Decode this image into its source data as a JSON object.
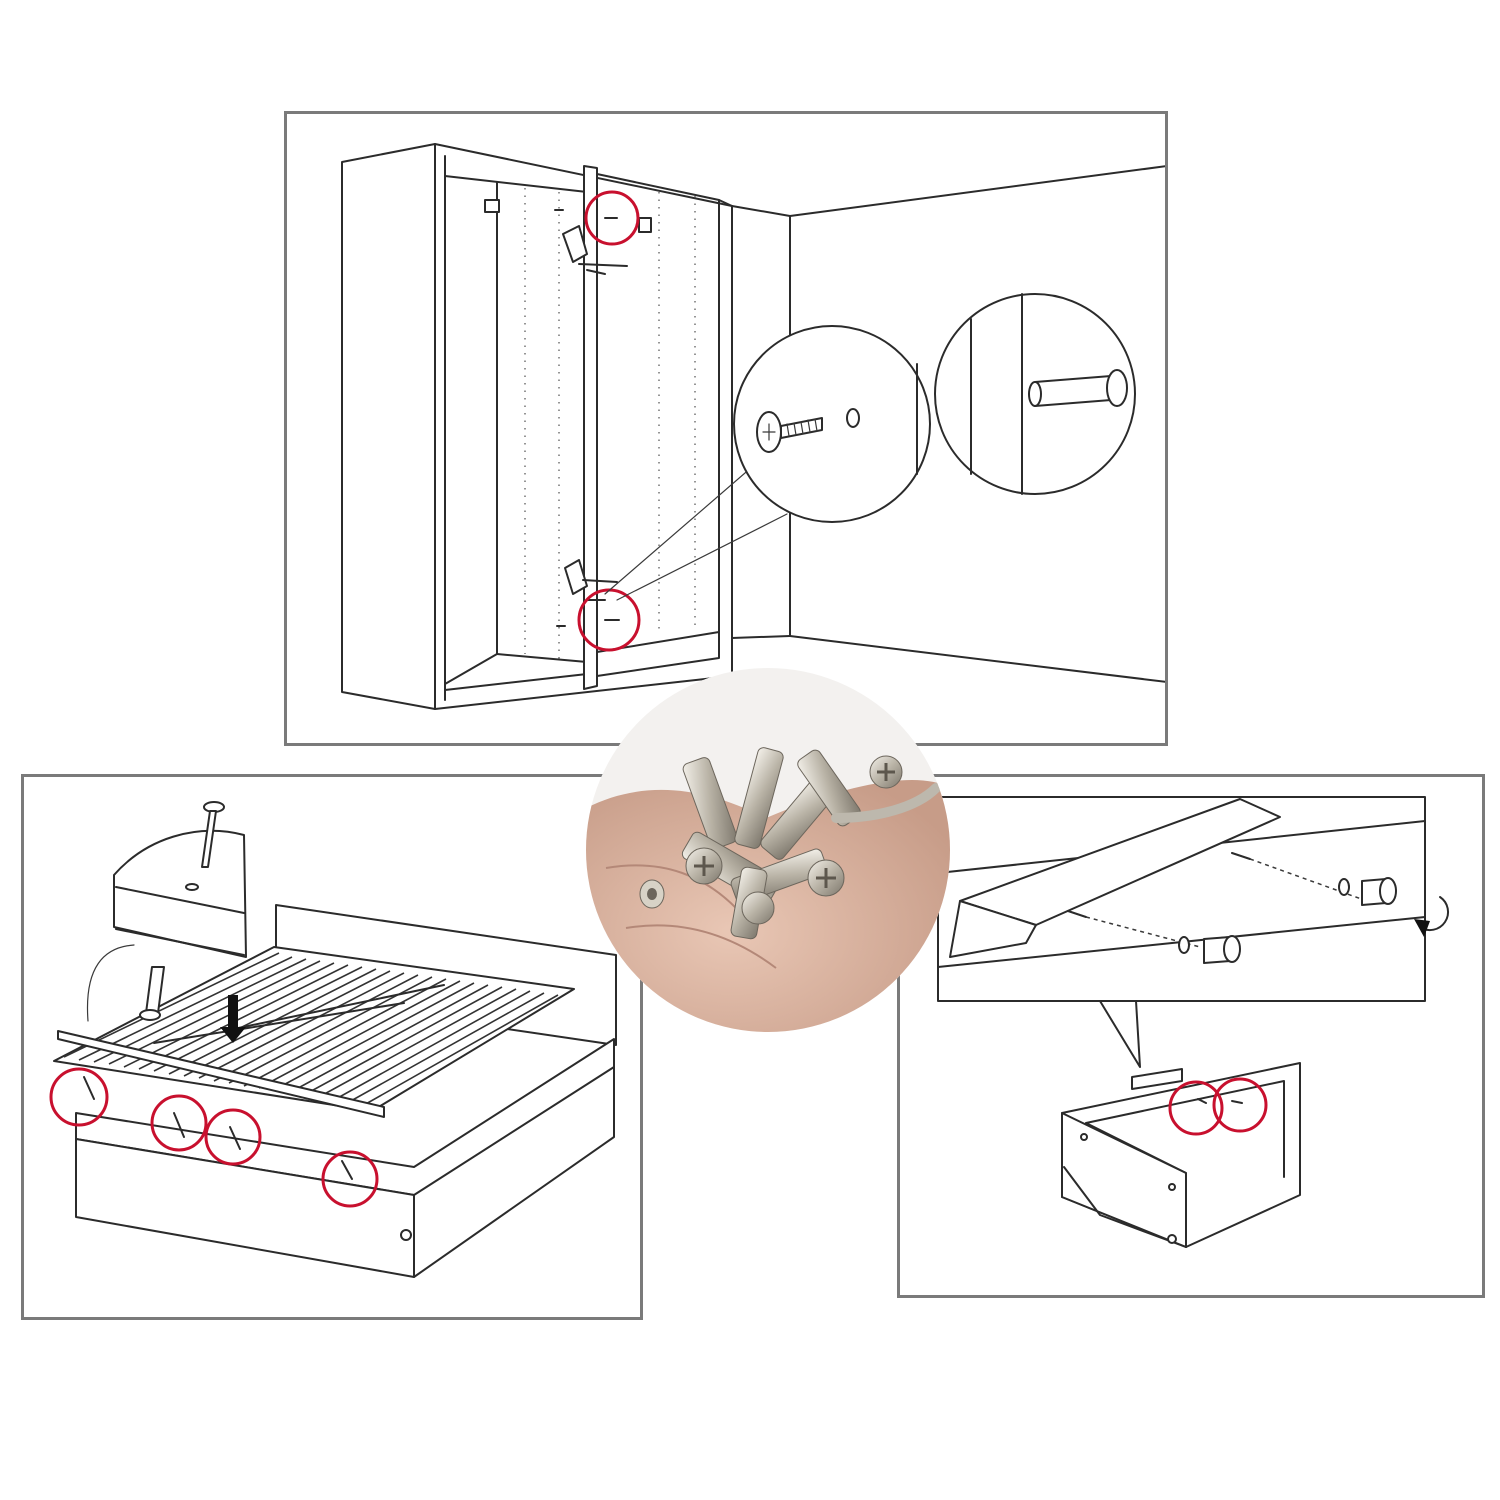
{
  "figure": {
    "description_none": "",
    "colors": {
      "frame": "#7a7a7a",
      "highlight": "#c8102e",
      "line": "#2b2b2b",
      "metal": "#c9c4b8"
    },
    "panels": [
      {
        "id": "wardrobe",
        "highlight_count": 2,
        "detail_callouts": 2
      },
      {
        "id": "bed",
        "highlight_count": 4,
        "detail_callouts": 1
      },
      {
        "id": "drawer",
        "highlight_count": 2,
        "detail_callouts": 1
      }
    ],
    "center_photo": {
      "subject": "hand-holding-screws"
    }
  }
}
